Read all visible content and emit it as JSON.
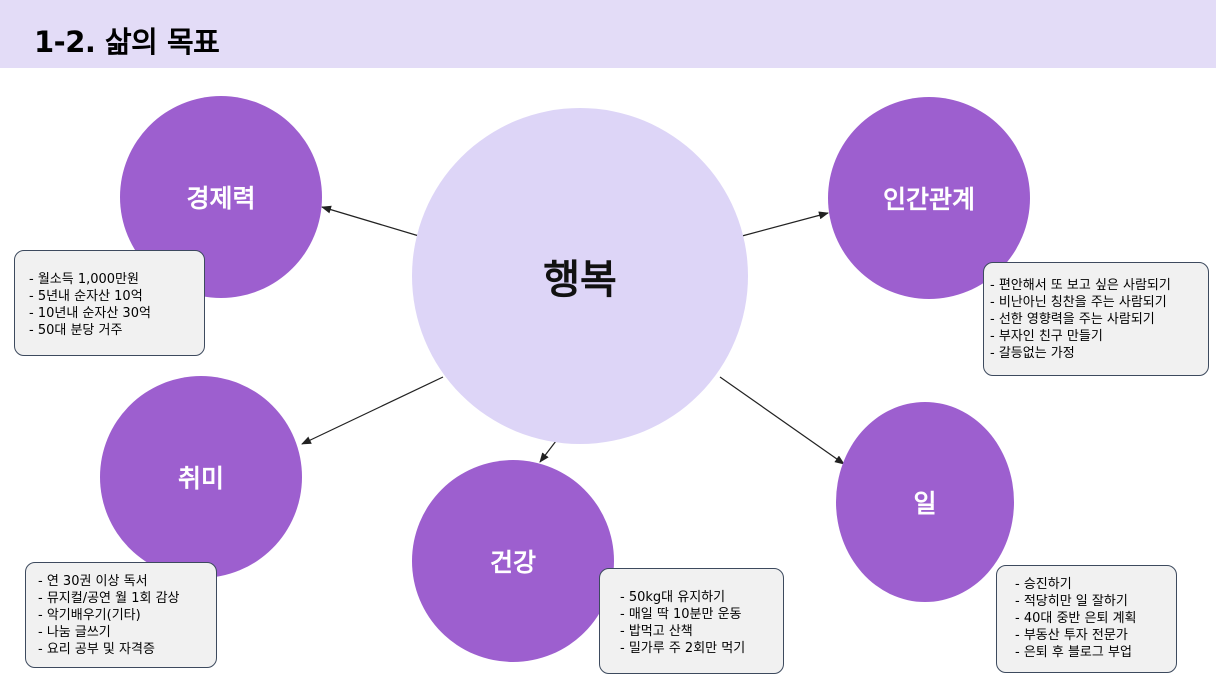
{
  "title": "1-2. 삶의 목표",
  "center": {
    "label": "행복"
  },
  "nodes": {
    "economy": {
      "label": "경제력",
      "items": [
        "월소득 1,000만원",
        "5년내 순자산 10억",
        "10년내 순자산 30억",
        "50대 분당 거주"
      ]
    },
    "relationships": {
      "label": "인간관계",
      "items": [
        "편안해서 또 보고 싶은 사람되기",
        "비난아닌 칭찬을 주는 사람되기",
        "선한 영향력을 주는 사람되기",
        "부자인 친구 만들기",
        "갈등없는 가정"
      ]
    },
    "hobby": {
      "label": "취미",
      "items": [
        "연 30권 이상 독서",
        "뮤지컬/공연 월 1회 감상",
        "악기배우기(기타)",
        "나눔 글쓰기",
        "요리 공부 및 자격증"
      ]
    },
    "health": {
      "label": "건강",
      "items": [
        "50kg대 유지하기",
        "매일 딱 10분만 운동",
        "밥먹고 산책",
        "밀가루 주 2회만 먹기"
      ]
    },
    "work": {
      "label": "일",
      "items": [
        "승진하기",
        "적당히만 일 잘하기",
        "40대 중반 은퇴 계획",
        "부동산 투자 전문가",
        "은퇴 후 블로그 부업"
      ]
    }
  },
  "colors": {
    "header_bg": "#e3dcf7",
    "center_fill": "#ddd5f7",
    "node_fill": "#9d5fcf",
    "box_fill": "#f1f1f1",
    "box_border": "#3d4a5e"
  }
}
